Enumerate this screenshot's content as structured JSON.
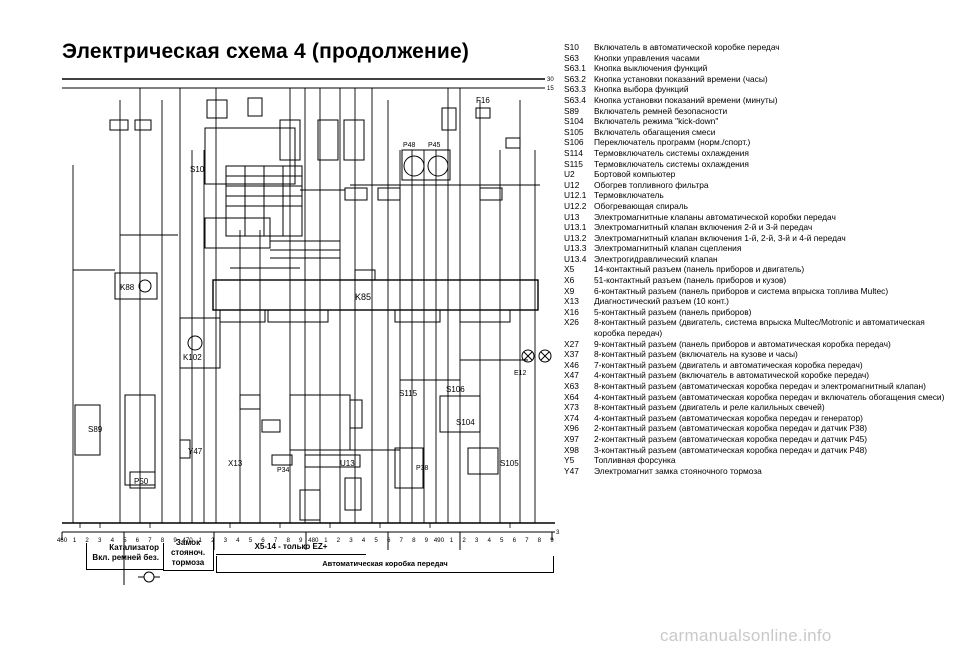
{
  "title": "Электрическая схема 4 (продолжение)",
  "legend": [
    {
      "code": "S10",
      "desc": "Включатель в автоматической коробке передач"
    },
    {
      "code": "S63",
      "desc": "Кнопки управления часами"
    },
    {
      "code": "S63.1",
      "desc": "Кнопка выключения функций"
    },
    {
      "code": "S63.2",
      "desc": "Кнопка установки показаний времени (часы)"
    },
    {
      "code": "S63.3",
      "desc": "Кнопка выбора функций"
    },
    {
      "code": "S63.4",
      "desc": "Кнопка установки показаний времени (минуты)"
    },
    {
      "code": "S89",
      "desc": "Включатель ремней безопасности"
    },
    {
      "code": "S104",
      "desc": "Включатель режима \"kick-down\""
    },
    {
      "code": "S105",
      "desc": "Включатель обагащения смеси"
    },
    {
      "code": "S106",
      "desc": "Переключатель программ (норм./спорт.)"
    },
    {
      "code": "S114",
      "desc": "Термовключатель системы охлаждения"
    },
    {
      "code": "S115",
      "desc": "Термовключатель системы охлаждения"
    },
    {
      "code": "U2",
      "desc": "Бортовой компьютер"
    },
    {
      "code": "U12",
      "desc": "Обогрев топливного фильтра"
    },
    {
      "code": "U12.1",
      "desc": "Термовключатель"
    },
    {
      "code": "U12.2",
      "desc": "Обогревающая спираль"
    },
    {
      "code": "U13",
      "desc": "Электромагнитные клапаны автоматической коробки передач"
    },
    {
      "code": "U13.1",
      "desc": "Электромагнитный клапан включения 2-й и 3-й передач"
    },
    {
      "code": "U13.2",
      "desc": "Электромагнитный клапан включения 1-й, 2-й, 3-й и 4-й передач"
    },
    {
      "code": "U13.3",
      "desc": "Электромагнитный клапан сцепления"
    },
    {
      "code": "U13.4",
      "desc": "Электрогидравлический клапан"
    },
    {
      "code": "X5",
      "desc": "14-контактный разъем (панель приборов и двигатель)"
    },
    {
      "code": "X6",
      "desc": "51-контактный разъем (панель приборов и кузов)"
    },
    {
      "code": "X9",
      "desc": "6-контактный разъем (панель приборов и система впрыска топлива Multec)"
    },
    {
      "code": "X13",
      "desc": "Диагностический разъем (10 конт.)"
    },
    {
      "code": "X16",
      "desc": "5-контактный разъем (панель приборов)"
    },
    {
      "code": "X26",
      "desc": "8-контактный разъем (двигатель, система впрыска Multec/Motronic и автоматическая коробка передач)"
    },
    {
      "code": "X27",
      "desc": "9-контактный разъем (панель приборов и автоматическая коробка передач)"
    },
    {
      "code": "X37",
      "desc": "8-контактный разъем (включатель на кузове и часы)"
    },
    {
      "code": "X46",
      "desc": "7-контактный разъем (двигатель и автоматическая коробка передач)"
    },
    {
      "code": "X47",
      "desc": "4-контактный разъем (включатель в автоматической коробке передач)"
    },
    {
      "code": "X63",
      "desc": "8-контактный разъем (автоматическая коробка передач и электромагнитный клапан)"
    },
    {
      "code": "X64",
      "desc": "4-контактный разъем (автоматическая коробка передач и включатель обогащения смеси)"
    },
    {
      "code": "X73",
      "desc": "8-контактный разъем (двигатель и реле калильных свечей)"
    },
    {
      "code": "X74",
      "desc": "4-контактный разъем (автоматическая коробка передач и генератор)"
    },
    {
      "code": "X96",
      "desc": "2-контактный разъем (автоматическая коробка передач и датчик P38)"
    },
    {
      "code": "X97",
      "desc": "2-контактный разъем (автоматическая коробка передач и датчик P45)"
    },
    {
      "code": "X98",
      "desc": "3-контактный разъем (автоматическая коробка передач и датчик P48)"
    },
    {
      "code": "Y5",
      "desc": "Топливная форсунка"
    },
    {
      "code": "Y47",
      "desc": "Электромагнит замка стояночного тормоза"
    }
  ],
  "diagram": {
    "rail_labels": [
      "30",
      "15",
      "31"
    ],
    "components": [
      "S10",
      "S89",
      "S104",
      "S105",
      "S106",
      "S115",
      "K85",
      "K88",
      "K102",
      "P50",
      "P34",
      "P38",
      "P45",
      "P48",
      "X13",
      "Y47",
      "E12",
      "U13",
      "F16"
    ],
    "ground_scale": [
      "460",
      "1",
      "2",
      "3",
      "4",
      "5",
      "6",
      "7",
      "8",
      "9",
      "470",
      "1",
      "2",
      "3",
      "4",
      "5",
      "6",
      "7",
      "8",
      "9",
      "480",
      "1",
      "2",
      "3",
      "4",
      "5",
      "6",
      "7",
      "8",
      "9",
      "490",
      "1",
      "2",
      "3",
      "4",
      "5",
      "6",
      "7",
      "8",
      "9"
    ]
  },
  "footer": {
    "box1": [
      "Катализатор",
      "Вкл. ремней без."
    ],
    "box2": [
      "Замок",
      "стояноч.",
      "тормоза"
    ],
    "box3": "X5-14 - только EZ+",
    "box4": "Автоматическая коробка передач"
  },
  "watermark": "carmanualsonline.info"
}
